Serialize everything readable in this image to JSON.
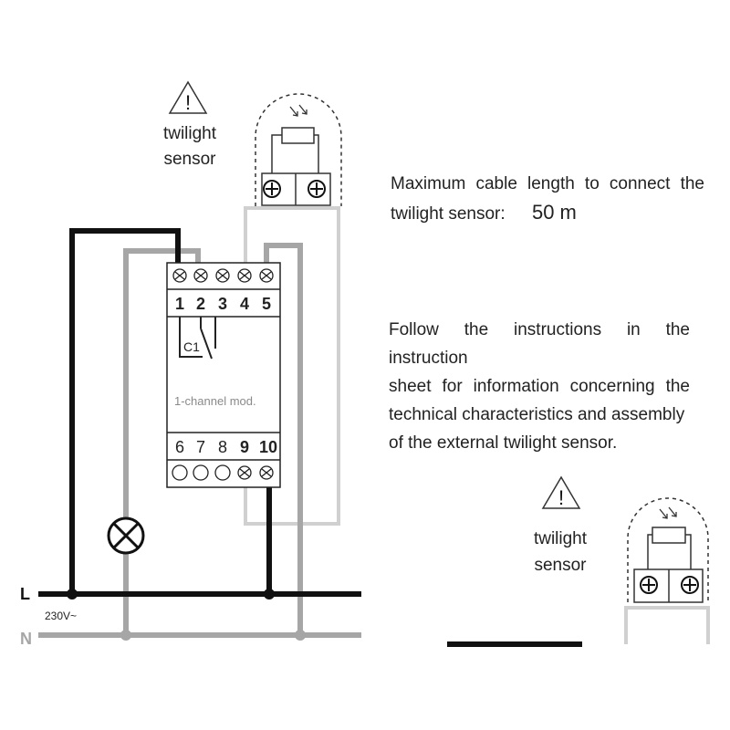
{
  "sensor_top": {
    "warning_symbol": "!",
    "label_line1": "twilight",
    "label_line2": "sensor"
  },
  "sensor_bottom": {
    "warning_symbol": "!",
    "label_line1": "twilight",
    "label_line2": "sensor"
  },
  "note_cable": {
    "line1": "Maximum cable length to connect the",
    "line2": "twilight sensor:",
    "length": "50 m"
  },
  "note_instructions": {
    "line1": "Follow the instructions in the instruction",
    "line2": "sheet for information concerning the",
    "line3": "technical characteristics and assembly",
    "line4": "of the external twilight sensor."
  },
  "module": {
    "terminals_top": [
      "1",
      "2",
      "3",
      "4",
      "5"
    ],
    "terminals_bottom": [
      "6",
      "7",
      "8",
      "9",
      "10"
    ],
    "contact_label": "C1",
    "module_label": "1-channel mod."
  },
  "supply": {
    "line_label": "L",
    "neutral_label": "N",
    "voltage_label": "230V~"
  },
  "colors": {
    "live_wire": "#111111",
    "neutral_wire": "#a6a6a6",
    "sensor_wire": "#d0d0d0",
    "module_text": "#8a8a8a"
  }
}
